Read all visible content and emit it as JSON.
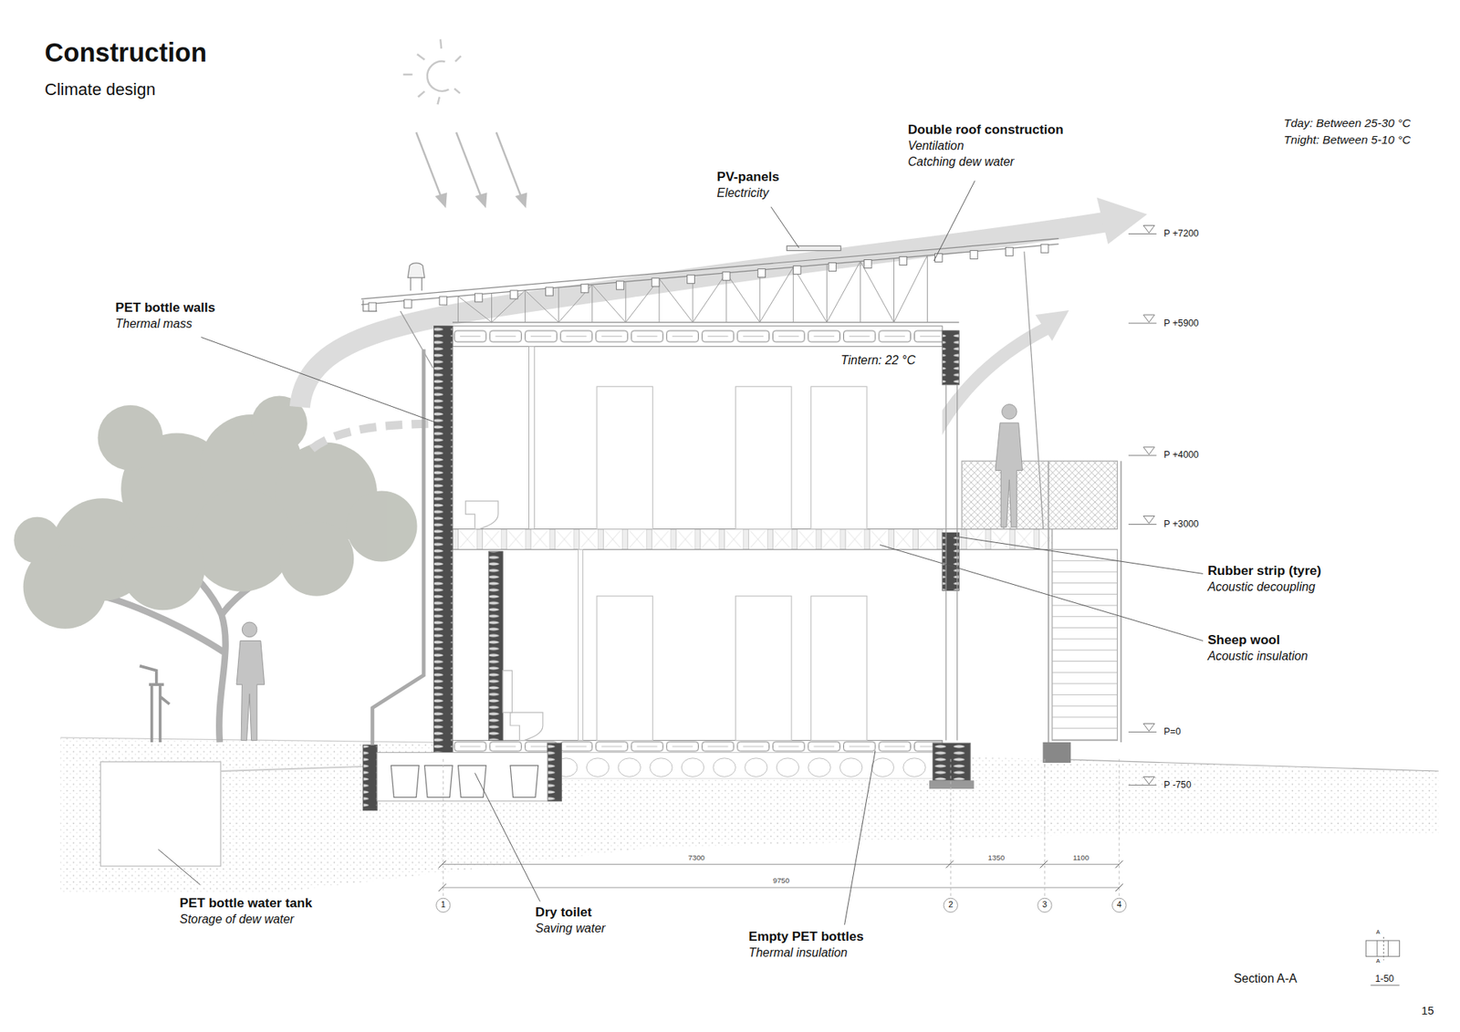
{
  "diagram": {
    "title": "Construction",
    "labels": [
      "Climate design",
      "Tday: Between 25-30 °C",
      "Tnight: Between 5-10 °C",
      "Double roof construction",
      "Ventilation",
      "Catching dew water",
      "PV-panels",
      "Electricity",
      "PET bottle walls",
      "Thermal mass",
      "Tintern: 22 °C",
      "P +7200",
      "P +5900",
      "P +4000",
      "P +3000",
      "Rubber strip (tyre)",
      "Acoustic decoupling",
      "Sheep wool",
      "Acoustic insulation",
      "P=0",
      "P -750",
      "7300",
      "1350",
      "1100",
      "9750",
      "PET bottle water tank",
      "Storage of dew water",
      "1",
      "Dry toilet",
      "Saving water",
      "2",
      "3",
      "4",
      "Empty PET bottles",
      "Thermal insulation",
      "A",
      "A",
      "Section A-A",
      "1-50",
      "15"
    ]
  }
}
